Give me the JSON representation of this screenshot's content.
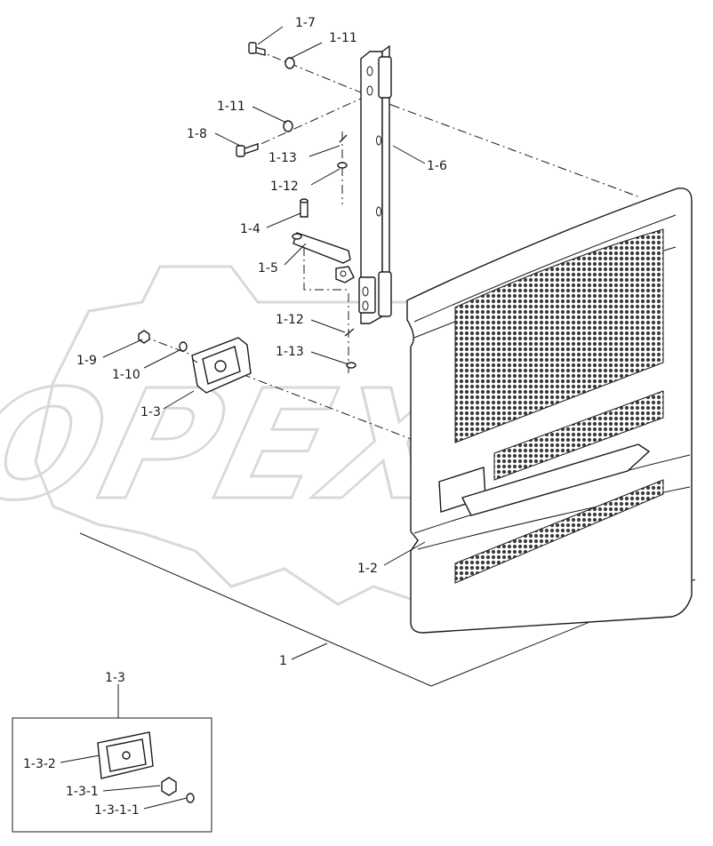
{
  "labels": {
    "l1": "1",
    "l1_2": "1-2",
    "l1_3": "1-3",
    "l1_3_detail": "1-3",
    "l1_3_1": "1-3-1",
    "l1_3_1_1": "1-3-1-1",
    "l1_3_2": "1-3-2",
    "l1_4": "1-4",
    "l1_5": "1-5",
    "l1_6": "1-6",
    "l1_7": "1-7",
    "l1_8": "1-8",
    "l1_9": "1-9",
    "l1_10": "1-10",
    "l1_11_top": "1-11",
    "l1_11_mid": "1-11",
    "l1_12_upper": "1-12",
    "l1_12_lower": "1-12",
    "l1_13_upper": "1-13",
    "l1_13_lower": "1-13"
  },
  "watermark": "OPEX"
}
